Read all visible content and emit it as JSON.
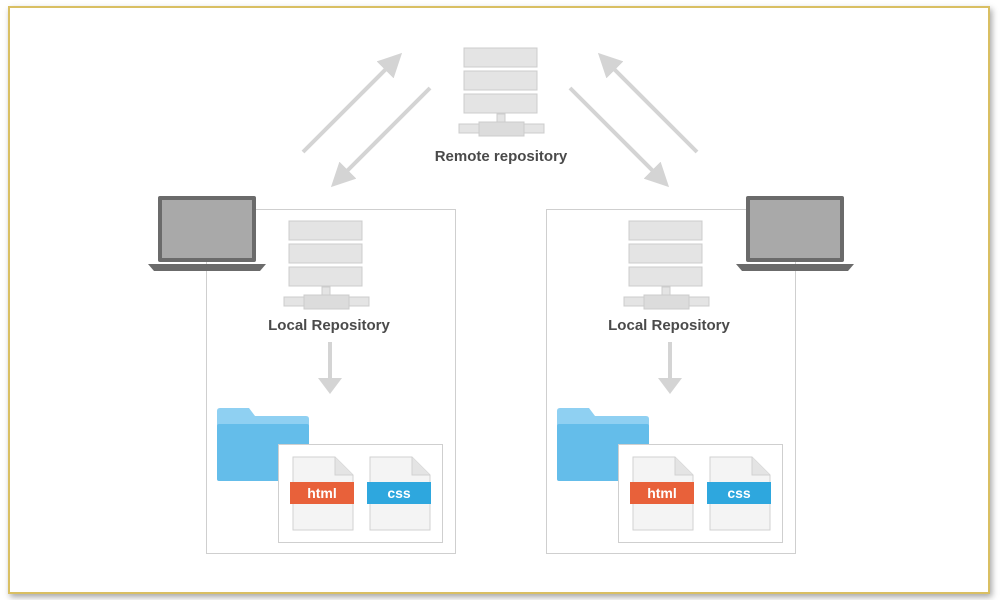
{
  "remote": {
    "label": "Remote repository"
  },
  "locals": [
    {
      "label": "Local Repository",
      "files": [
        "html",
        "css"
      ]
    },
    {
      "label": "Local Repository",
      "files": [
        "html",
        "css"
      ]
    }
  ],
  "colors": {
    "arrow": "#d4d4d4",
    "server": "#e4e4e4",
    "server_stroke": "#cccccc",
    "laptop_body": "#6b6b6b",
    "laptop_screen": "#a9a9a9",
    "folder": "#64bdea",
    "folder_tab": "#8fd0f2",
    "html_tag": "#e8613a",
    "css_tag": "#2ea7de",
    "frame_border": "#d9bf63"
  },
  "icons": [
    "server-icon",
    "laptop-icon",
    "folder-icon",
    "file-icon",
    "arrow-icon"
  ]
}
